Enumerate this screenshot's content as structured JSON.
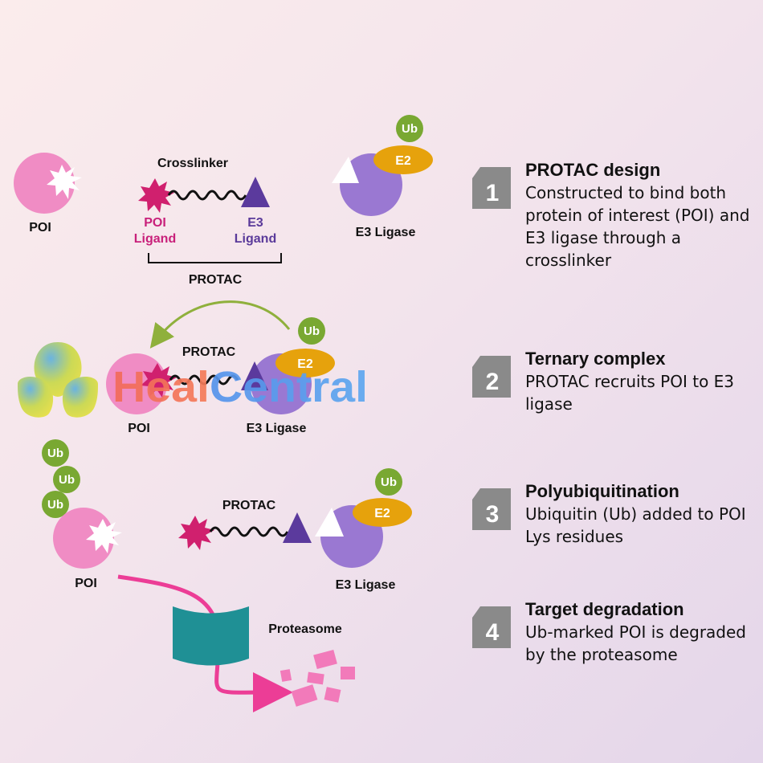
{
  "stage1": {
    "poi": "POI",
    "crosslinker": "Crosslinker",
    "poi_ligand_1": "POI",
    "poi_ligand_2": "Ligand",
    "e3_ligand_1": "E3",
    "e3_ligand_2": "Ligand",
    "protac": "PROTAC",
    "e3_ligase": "E3 Ligase",
    "e2": "E2",
    "ub": "Ub"
  },
  "stage2": {
    "protac": "PROTAC",
    "poi": "POI",
    "e3_ligase": "E3 Ligase",
    "e2": "E2",
    "ub": "Ub"
  },
  "stage3": {
    "ub_chain": [
      "Ub",
      "Ub",
      "Ub"
    ],
    "poi": "POI",
    "protac": "PROTAC",
    "e3_ligase": "E3 Ligase",
    "e2": "E2",
    "ub": "Ub",
    "proteasome": "Proteasome"
  },
  "watermark": {
    "part1": "Heal",
    "part2": "Central"
  },
  "steps": [
    {
      "number": "1",
      "title": "PROTAC design",
      "description": "Constructed to bind both protein of interest (POI) and E3 ligase through a crosslinker"
    },
    {
      "number": "2",
      "title": "Ternary complex",
      "description": "PROTAC recruits POI to E3 ligase"
    },
    {
      "number": "3",
      "title": "Polyubiquitination",
      "description": "Ubiquitin (Ub) added to POI Lys residues"
    },
    {
      "number": "4",
      "title": "Target degradation",
      "description": "Ub-marked POI is degraded by the proteasome"
    }
  ],
  "colors": {
    "poi": "#f08cc4",
    "ligand_star": "#d0206e",
    "e3": "#9a78d2",
    "e3_ligand": "#5b3a9d",
    "e2": "#e6a20c",
    "ub": "#79a832",
    "proteasome": "#1f9095",
    "arrow_green": "#8fb03c",
    "arrow_pink": "#ec3d96",
    "step_icon": "#8a8a8a"
  }
}
